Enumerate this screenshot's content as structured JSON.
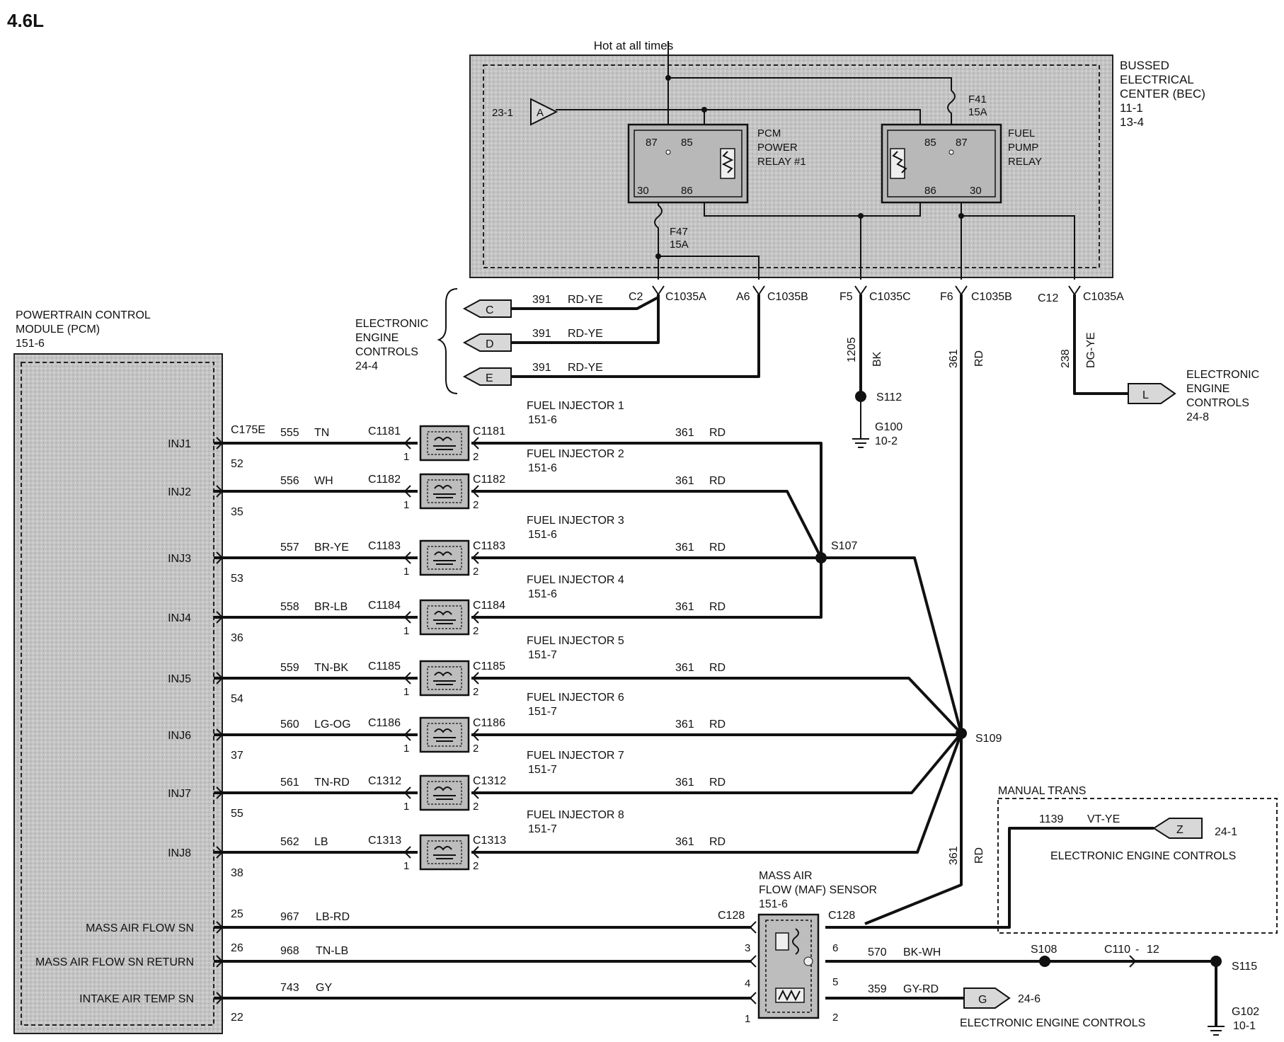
{
  "title": "4.6L",
  "power_label": "Hot at all times",
  "bec": {
    "name_lines": [
      "BUSSED",
      "ELECTRICAL",
      "CENTER (BEC)",
      "11-1",
      "13-4"
    ],
    "ref": "23-1",
    "ref_flag": "A"
  },
  "pcm_relay": {
    "lines": [
      "PCM",
      "POWER",
      "RELAY #1"
    ],
    "pins": {
      "p87": "87",
      "p85": "85",
      "p30": "30",
      "p86": "86"
    }
  },
  "fuel_relay": {
    "lines": [
      "FUEL",
      "PUMP",
      "RELAY"
    ],
    "pins": {
      "p85": "85",
      "p87": "87",
      "p86": "86",
      "p30": "30"
    }
  },
  "fuse_f41": {
    "name": "F41",
    "rating": "15A"
  },
  "fuse_f47": {
    "name": "F47",
    "rating": "15A"
  },
  "bec_connectors": [
    {
      "pin": "C2",
      "conn": "C1035A"
    },
    {
      "pin": "A6",
      "conn": "C1035B"
    },
    {
      "pin": "F5",
      "conn": "C1035C"
    },
    {
      "pin": "F6",
      "conn": "C1035B"
    },
    {
      "pin": "C12",
      "conn": "C1035A"
    }
  ],
  "eec_left": {
    "lines": [
      "ELECTRONIC",
      "ENGINE",
      "CONTROLS",
      "24-4"
    ]
  },
  "eec_flags": [
    {
      "flag": "C",
      "circuit": "391",
      "color": "RD-YE"
    },
    {
      "flag": "D",
      "circuit": "391",
      "color": "RD-YE"
    },
    {
      "flag": "E",
      "circuit": "391",
      "color": "RD-YE"
    }
  ],
  "ground_wire": {
    "circuit": "1205",
    "color": "BK",
    "splice": "S112",
    "ground": "G100",
    "ground_ref": "10-2"
  },
  "rd_wire": {
    "circuit": "361",
    "color": "RD"
  },
  "dgye_wire": {
    "circuit": "238",
    "color": "DG-YE",
    "flag": "L",
    "lines": [
      "ELECTRONIC",
      "ENGINE",
      "CONTROLS",
      "24-8"
    ]
  },
  "pcm": {
    "lines": [
      "POWERTRAIN  CONTROL",
      "MODULE (PCM)",
      "151-6"
    ],
    "connector": "C175E"
  },
  "injectors": [
    {
      "pin": "INJ1",
      "pcm_pin": "52",
      "circuit": "555",
      "color": "TN",
      "conn": "C1181",
      "name": "FUEL  INJECTOR 1",
      "ref": "151-6",
      "pwr": "361",
      "pwr_color": "RD"
    },
    {
      "pin": "INJ2",
      "pcm_pin": "35",
      "circuit": "556",
      "color": "WH",
      "conn": "C1182",
      "name": "FUEL  INJECTOR 2",
      "ref": "151-6",
      "pwr": "361",
      "pwr_color": "RD"
    },
    {
      "pin": "INJ3",
      "pcm_pin": "53",
      "circuit": "557",
      "color": "BR-YE",
      "conn": "C1183",
      "name": "FUEL  INJECTOR 3",
      "ref": "151-6",
      "pwr": "361",
      "pwr_color": "RD"
    },
    {
      "pin": "INJ4",
      "pcm_pin": "36",
      "circuit": "558",
      "color": "BR-LB",
      "conn": "C1184",
      "name": "FUEL  INJECTOR 4",
      "ref": "151-6",
      "pwr": "361",
      "pwr_color": "RD"
    },
    {
      "pin": "INJ5",
      "pcm_pin": "54",
      "circuit": "559",
      "color": "TN-BK",
      "conn": "C1185",
      "name": "FUEL  INJECTOR 5",
      "ref": "151-7",
      "pwr": "361",
      "pwr_color": "RD"
    },
    {
      "pin": "INJ6",
      "pcm_pin": "37",
      "circuit": "560",
      "color": "LG-OG",
      "conn": "C1186",
      "name": "FUEL  INJECTOR 6",
      "ref": "151-7",
      "pwr": "361",
      "pwr_color": "RD"
    },
    {
      "pin": "INJ7",
      "pcm_pin": "55",
      "circuit": "561",
      "color": "TN-RD",
      "conn": "C1312",
      "name": "FUEL  INJECTOR 7",
      "ref": "151-7",
      "pwr": "361",
      "pwr_color": "RD"
    },
    {
      "pin": "INJ8",
      "pcm_pin": "38",
      "circuit": "562",
      "color": "LB",
      "conn": "C1313",
      "name": "FUEL  INJECTOR 8",
      "ref": "151-7",
      "pwr": "361",
      "pwr_color": "RD"
    }
  ],
  "inj_pin1": "1",
  "inj_pin2": "2",
  "splices": {
    "s107": "S107",
    "s109": "S109"
  },
  "maf": {
    "lines": [
      "MASS AIR",
      "FLOW (MAF)  SENSOR",
      "151-6"
    ],
    "conn": "C128",
    "signals": [
      {
        "pcm": "MASS AIR FLOW SN",
        "pcm_pin": "25",
        "circuit": "967",
        "color": "LB-RD",
        "maf_pin": "3"
      },
      {
        "pcm": "MASS AIR FLOW SN RETURN",
        "pcm_pin": "26",
        "circuit": "968",
        "color": "TN-LB",
        "maf_pin": "4"
      },
      {
        "pcm": "INTAKE AIR TEMP SN",
        "pcm_pin": "22",
        "circuit": "743",
        "color": "GY",
        "maf_pin": "1"
      }
    ],
    "right_pins": {
      "p6": "6",
      "p5": "5",
      "p2": "2"
    }
  },
  "maf_gnd": {
    "circuit": "570",
    "color": "BK-WH",
    "s108": "S108",
    "c110": "C110",
    "c110_pin": "12",
    "s115": "S115",
    "ground": "G102",
    "ground_ref": "10-1"
  },
  "iat_out": {
    "circuit": "359",
    "color": "GY-RD",
    "flag": "G",
    "ref": "24-6",
    "label": "ELECTRONIC ENGINE CONTROLS"
  },
  "manual_trans": {
    "title": "MANUAL TRANS",
    "circuit": "1139",
    "color": "VT-YE",
    "flag": "Z",
    "ref": "24-1",
    "label": "ELECTRONIC ENGINE CONTROLS"
  }
}
